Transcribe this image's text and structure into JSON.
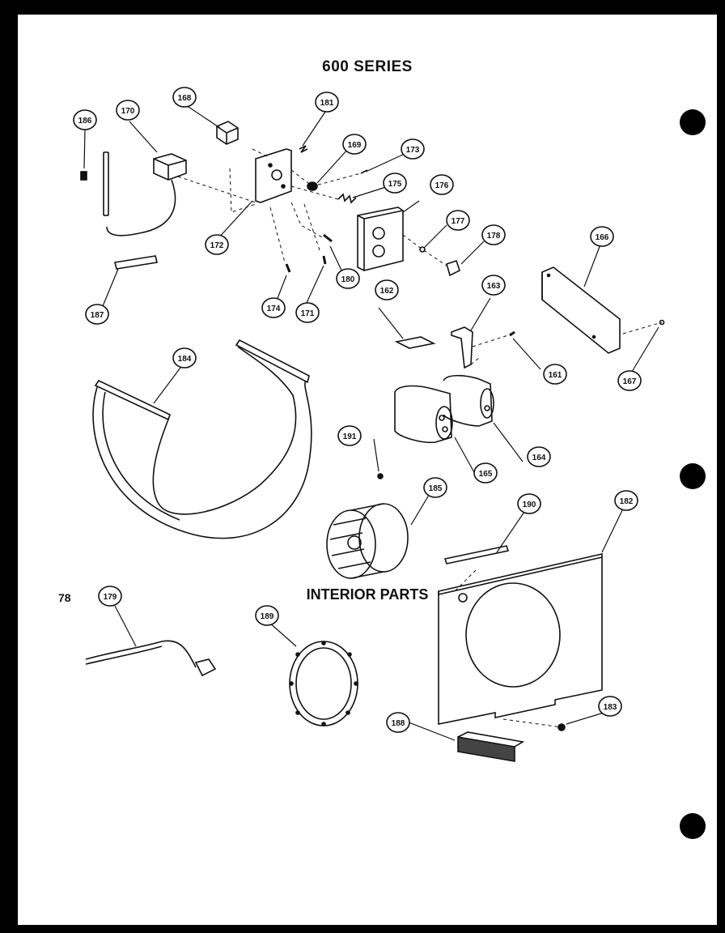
{
  "header": {
    "title": "600 SERIES"
  },
  "footer": {
    "title": "INTERIOR PARTS",
    "page_number": "78"
  },
  "callouts": [
    "186",
    "170",
    "168",
    "181",
    "169",
    "173",
    "175",
    "176",
    "177",
    "178",
    "172",
    "180",
    "174",
    "171",
    "167",
    "162",
    "163",
    "166",
    "161",
    "184",
    "191",
    "165",
    "164",
    "185",
    "190",
    "182",
    "179",
    "189",
    "183"
  ]
}
